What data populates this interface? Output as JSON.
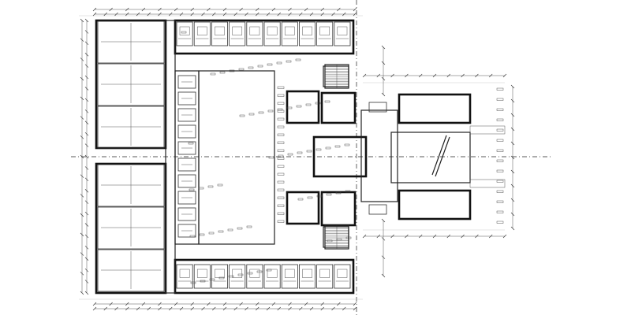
{
  "drawing": {
    "type": "architectural-floor-plan",
    "background_color": "#ffffff",
    "line_color": "#111111",
    "secondary_line_color": "#555555",
    "has_dimension_lines": true,
    "has_grid_axes": true,
    "courtyard_present": true,
    "east_wing_present": true,
    "stair_count": 2,
    "north_corridor_room_count": 10,
    "south_corridor_room_count": 10,
    "west_hall_count": 6
  }
}
